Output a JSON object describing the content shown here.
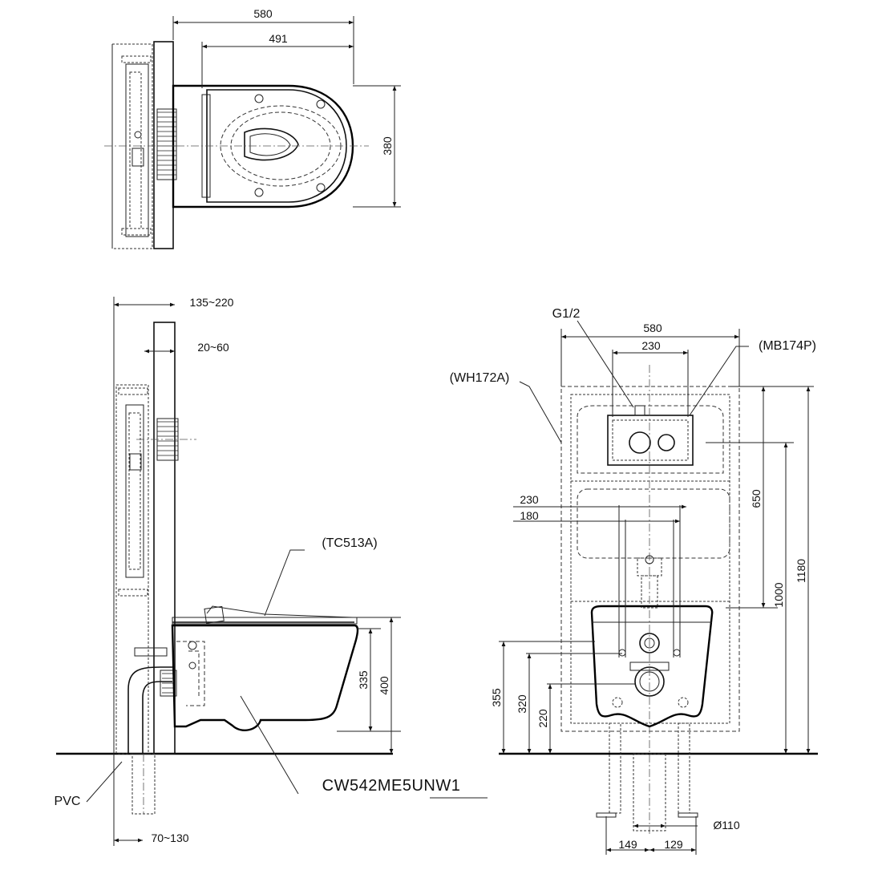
{
  "top_view": {
    "dim_width_overall": "580",
    "dim_width_bowl": "491",
    "dim_depth": "380"
  },
  "side_view": {
    "dim_frame_depth": "135~220",
    "dim_wall_finish": "20~60",
    "label_seat": "(TC513A)",
    "label_model": "CW542ME5UNW1",
    "label_pipe": "PVC",
    "dim_bowl_height": "335",
    "dim_seat_height": "400",
    "dim_bottom": "70~130"
  },
  "front_view": {
    "label_inlet": "G1/2",
    "label_frame": "(WH172A)",
    "label_plate": "(MB174P)",
    "dim_frame_width": "580",
    "dim_plate_width": "230",
    "dim_bolt_spacing_outer": "230",
    "dim_bolt_spacing_inner": "180",
    "dim_plate_height": "650",
    "dim_bowl_top": "1000",
    "dim_frame_height": "1180",
    "dim_h355": "355",
    "dim_h320": "320",
    "dim_h220": "220",
    "dim_drain_diameter": "Ø110",
    "dim_left_offset": "149",
    "dim_right_offset": "129"
  }
}
